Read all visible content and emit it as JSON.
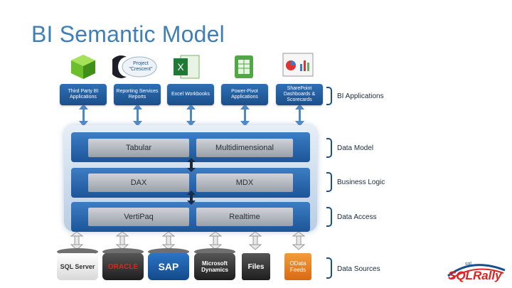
{
  "slide": {
    "title": "BI Semantic Model"
  },
  "applications": [
    {
      "label": "Third Party BI Applications",
      "icon": "cube-icon"
    },
    {
      "label": "Reporting Services Reports",
      "icon": "crescent-icon",
      "icon_text": "Project \"Crescent\""
    },
    {
      "label": "Excel Workbooks",
      "icon": "excel-icon"
    },
    {
      "label": "Power-Pivot Applications",
      "icon": "powerpivot-icon"
    },
    {
      "label": "SharePoint Dashboards & Scorecards",
      "icon": "dashboard-icon"
    }
  ],
  "model": {
    "rows": [
      {
        "left": "Tabular",
        "right": "Multidimensional"
      },
      {
        "left": "DAX",
        "right": "MDX"
      },
      {
        "left": "VertiPaq",
        "right": "Realtime"
      }
    ]
  },
  "layers": [
    {
      "label": "BI Applications"
    },
    {
      "label": "Data Model"
    },
    {
      "label": "Business Logic"
    },
    {
      "label": "Data Access"
    },
    {
      "label": "Data Sources"
    }
  ],
  "data_sources": [
    {
      "label": "SQL Server",
      "icon": "sqlserver-icon"
    },
    {
      "label": "ORACLE",
      "icon": "oracle-icon"
    },
    {
      "label": "SAP",
      "icon": "sap-icon"
    },
    {
      "label": "Microsoft Dynamics",
      "icon": "dynamics-icon"
    },
    {
      "label": "Files",
      "icon": "files-icon"
    },
    {
      "label": "OData Feeds",
      "icon": "odata-icon"
    }
  ],
  "logo": {
    "text": "SQLRally",
    "top_text": "sql"
  },
  "colors": {
    "title": "#3f7fb8",
    "band": "#2a6ab0",
    "brace": "#1b4f8a"
  }
}
